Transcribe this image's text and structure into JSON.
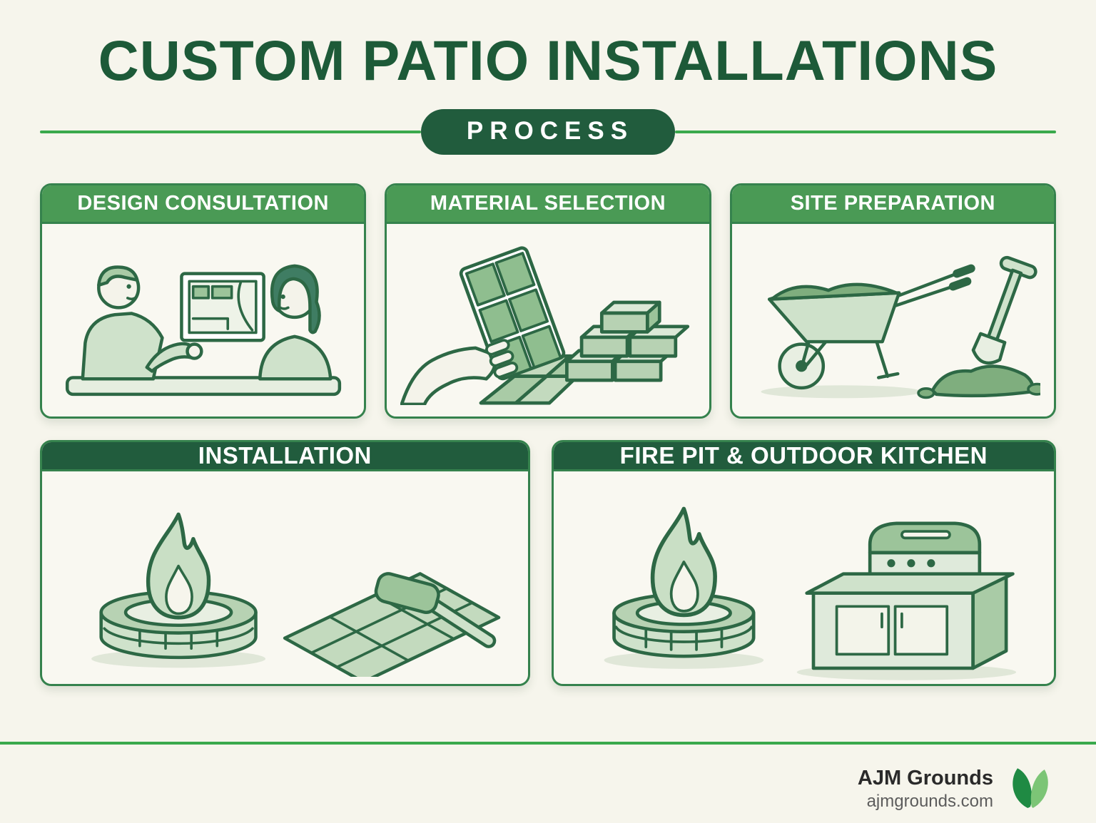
{
  "header": {
    "title": "CUSTOM PATIO INSTALLATIONS",
    "subtitle": "PROCESS"
  },
  "cards": [
    {
      "label": "DESIGN CONSULTATION",
      "icon": "design-consultation-illustration"
    },
    {
      "label": "MATERIAL SELECTION",
      "icon": "material-selection-illustration"
    },
    {
      "label": "SITE PREPARATION",
      "icon": "site-preparation-illustration"
    },
    {
      "label": "INSTALLATION",
      "icon": "installation-illustration"
    },
    {
      "label": "FIRE PIT & OUTDOOR KITCHEN",
      "icon": "fire-pit-outdoor-kitchen-illustration"
    }
  ],
  "footer": {
    "brand": "AJM Grounds",
    "website": "ajmgrounds.com",
    "logo_icon": "leaf-logo"
  },
  "colors": {
    "background": "#f6f5ec",
    "title_green": "#1d5a38",
    "badge_green": "#215c3d",
    "card_header_light_green": "#4a9a55",
    "card_header_dark_green": "#215c3d",
    "card_border_green": "#35824d",
    "accent_line_green": "#3aa94c",
    "illustration_stroke": "#2d6845",
    "logo_leaf_dark": "#1f8a43",
    "logo_leaf_light": "#7cc576"
  }
}
